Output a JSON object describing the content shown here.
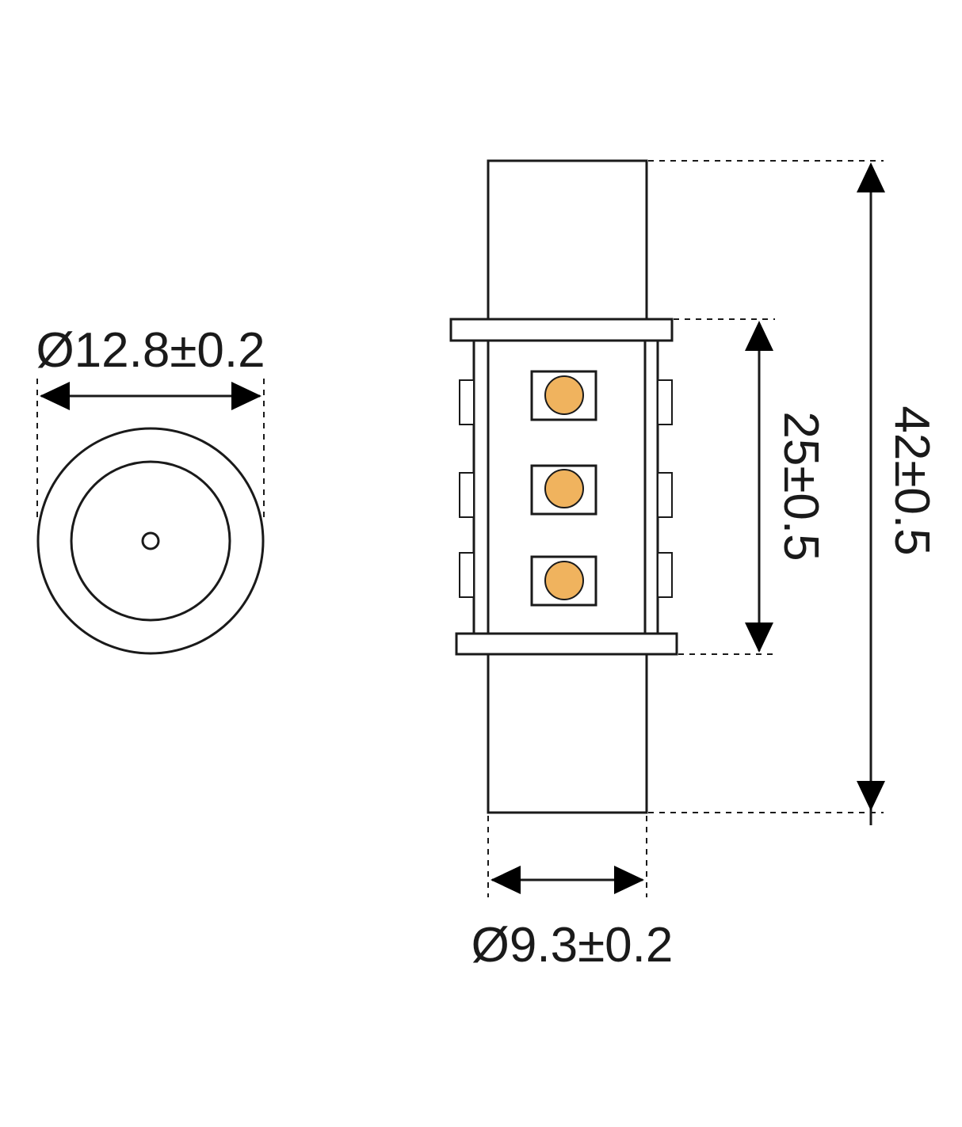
{
  "dimensions": {
    "outer_diameter": "Ø12.8±0.2",
    "body_diameter": "Ø9.3±0.2",
    "led_section_length": "25±0.5",
    "total_length": "42±0.5"
  },
  "colors": {
    "line": "#1a1a1a",
    "led_chip": "#f0b35e",
    "background": "#ffffff"
  }
}
